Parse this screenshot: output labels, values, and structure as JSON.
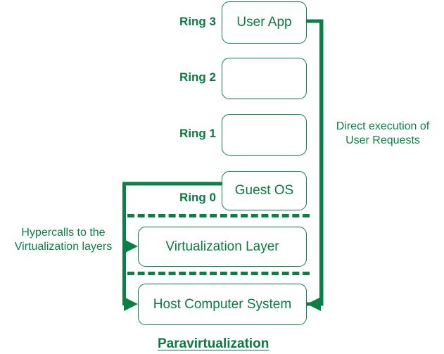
{
  "diagram": {
    "title": "Paravirtualization",
    "accent_color": "#0a8046",
    "text_color": "#0a7a42",
    "background": "#ffffff"
  },
  "rings": [
    {
      "label": "Ring 3",
      "box_text": "User App"
    },
    {
      "label": "Ring 2",
      "box_text": ""
    },
    {
      "label": "Ring 1",
      "box_text": ""
    },
    {
      "label": "Ring 0",
      "box_text": "Guest OS"
    }
  ],
  "layers": [
    {
      "name": "Virtualization Layer"
    },
    {
      "name": "Host Computer System"
    }
  ],
  "annotations": {
    "right_label": "Direct execution of\nUser Requests",
    "left_label": "Hypercalls to the\nVirtualization layers"
  }
}
